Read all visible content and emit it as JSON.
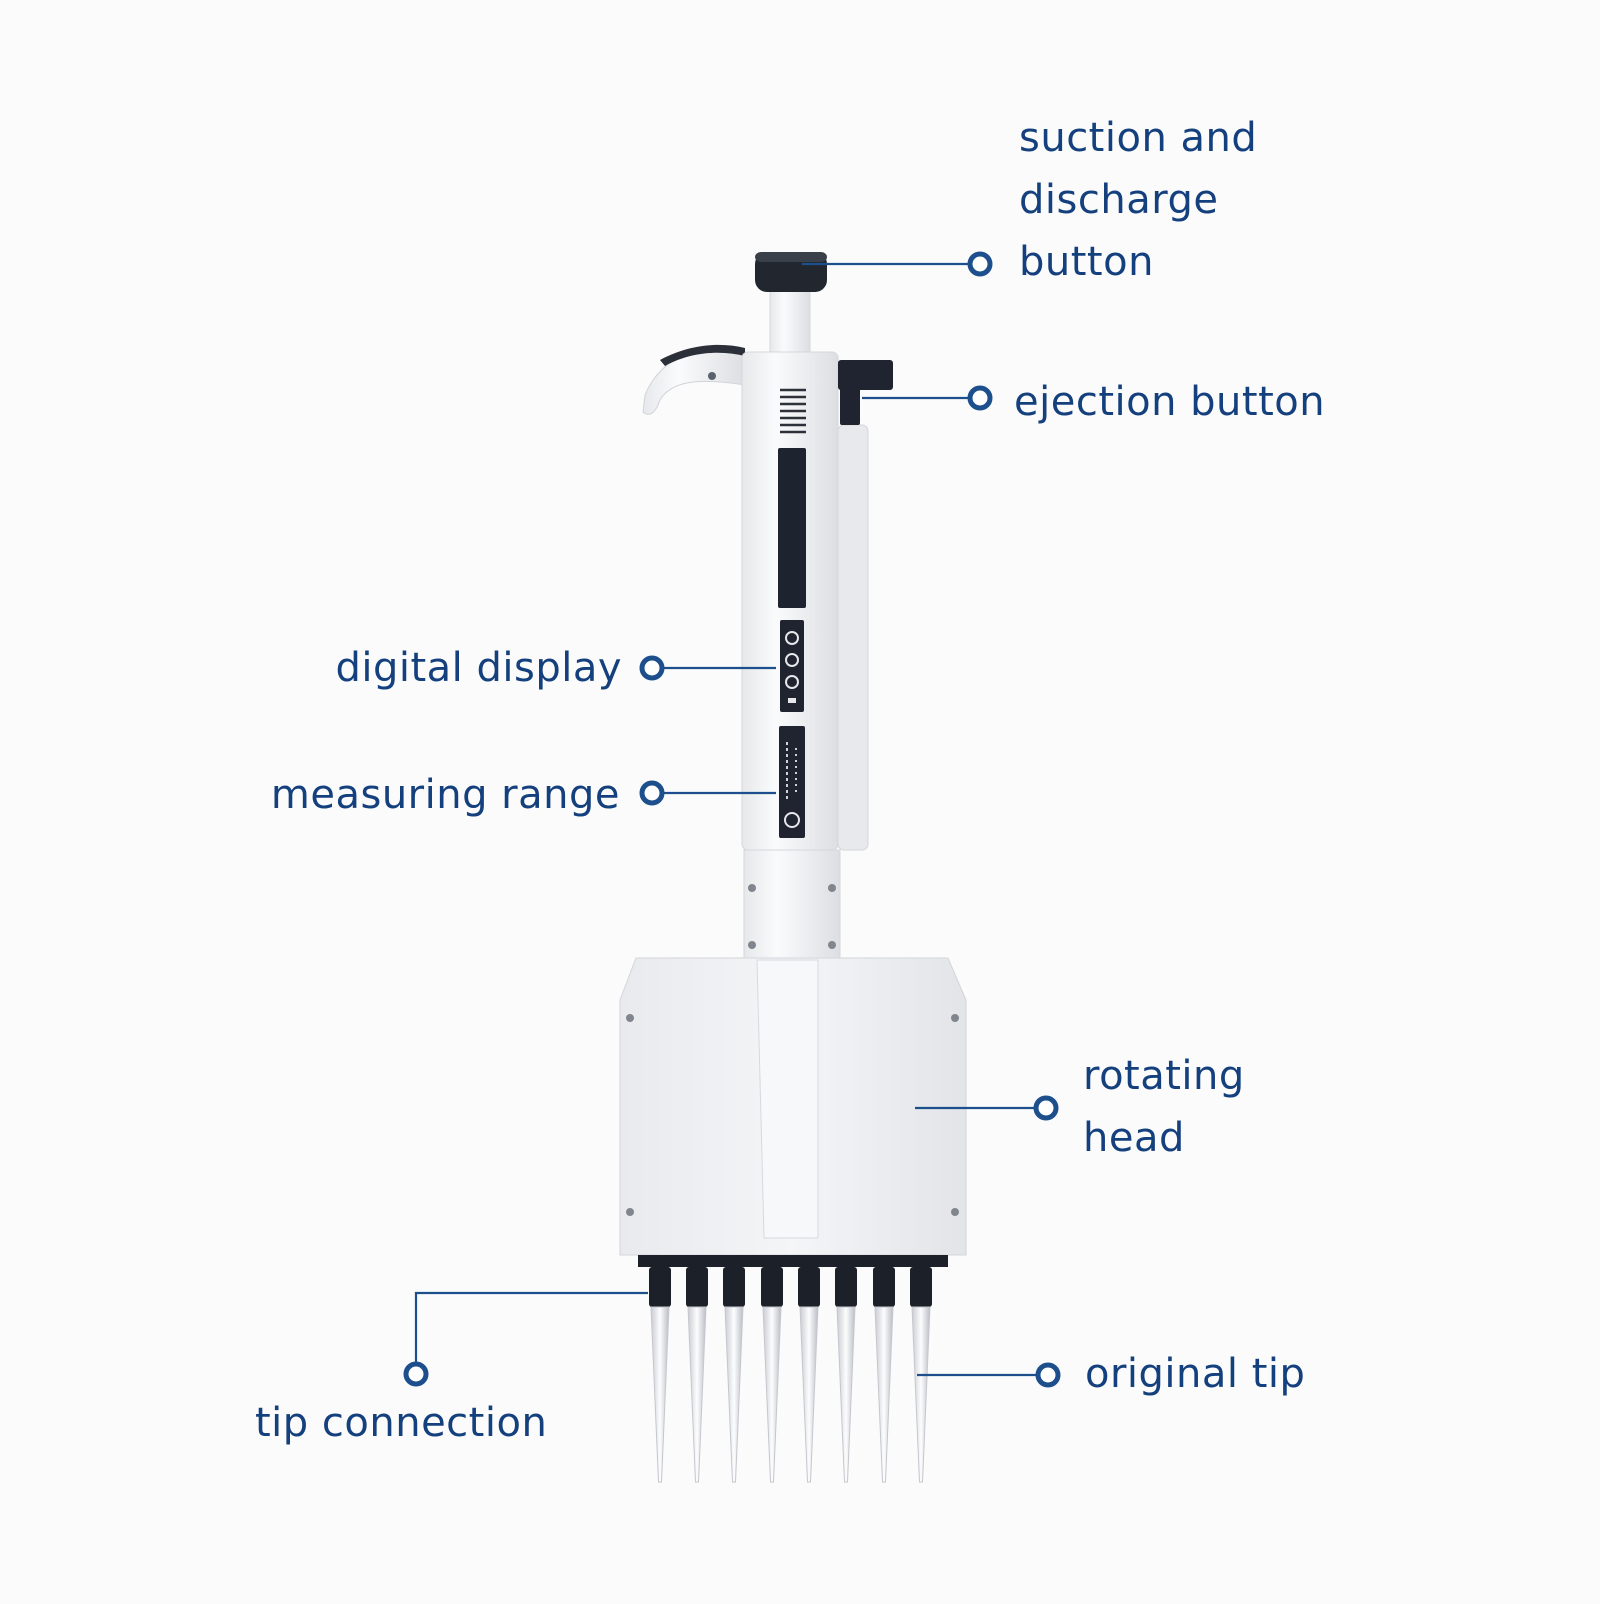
{
  "labels": {
    "suction_and_discharge_button": [
      "suction and",
      "discharge",
      "button"
    ],
    "ejection_button": "ejection button",
    "digital_display": "digital display",
    "measuring_range": "measuring range",
    "rotating_head": [
      "rotating",
      "head"
    ],
    "original_tip": "original tip",
    "tip_connection": "tip connection"
  },
  "colors": {
    "label_text": "#15407e",
    "leader_line": "#1c4f8c",
    "background": "#fbfbfb",
    "body_white": "#f2f3f5",
    "body_shadow": "#d9dbdf",
    "dark_part": "#1f2430"
  },
  "icons": {
    "callout_marker": "ring-dot"
  }
}
